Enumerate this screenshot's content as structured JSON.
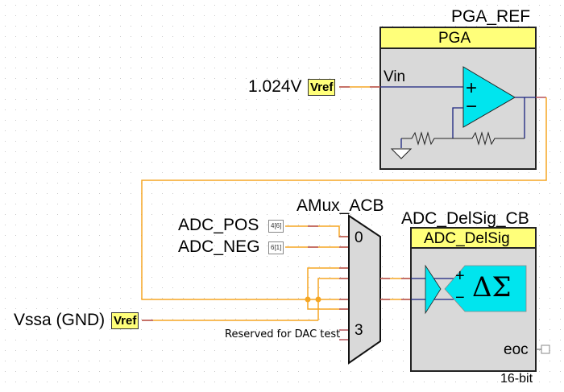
{
  "components": {
    "pga": {
      "instance_name": "PGA_REF",
      "type_label": "PGA",
      "input_label": "Vin",
      "plus": "+",
      "minus": "−"
    },
    "amux": {
      "instance_name": "AMux_ACB",
      "first_channel": "0",
      "last_channel": "3"
    },
    "adc": {
      "instance_name": "ADC_DelSig_CB",
      "type_label": "ADC_DelSig",
      "symbol": "ΔΣ",
      "plus": "+",
      "minus": "−",
      "eoc_label": "eoc",
      "resolution": "16-bit"
    }
  },
  "signals": {
    "vref_top": {
      "voltage_label": "1.024V",
      "tag": "Vref"
    },
    "vref_gnd": {
      "voltage_label": "Vssa (GND)",
      "tag": "Vref"
    },
    "adc_pos": {
      "label": "ADC_POS",
      "pin": "4[6]"
    },
    "adc_neg": {
      "label": "ADC_NEG",
      "pin": "6[1]"
    },
    "reserved": {
      "label": "Reserved for DAC test"
    }
  },
  "colors": {
    "wire_orange": "#f5a623",
    "wire_red": "#b5525a",
    "wire_blue": "#1a237e",
    "block_fill": "#d9d9d9",
    "header_yellow": "#ffff7a",
    "opamp_cyan": "#00e5ee"
  }
}
